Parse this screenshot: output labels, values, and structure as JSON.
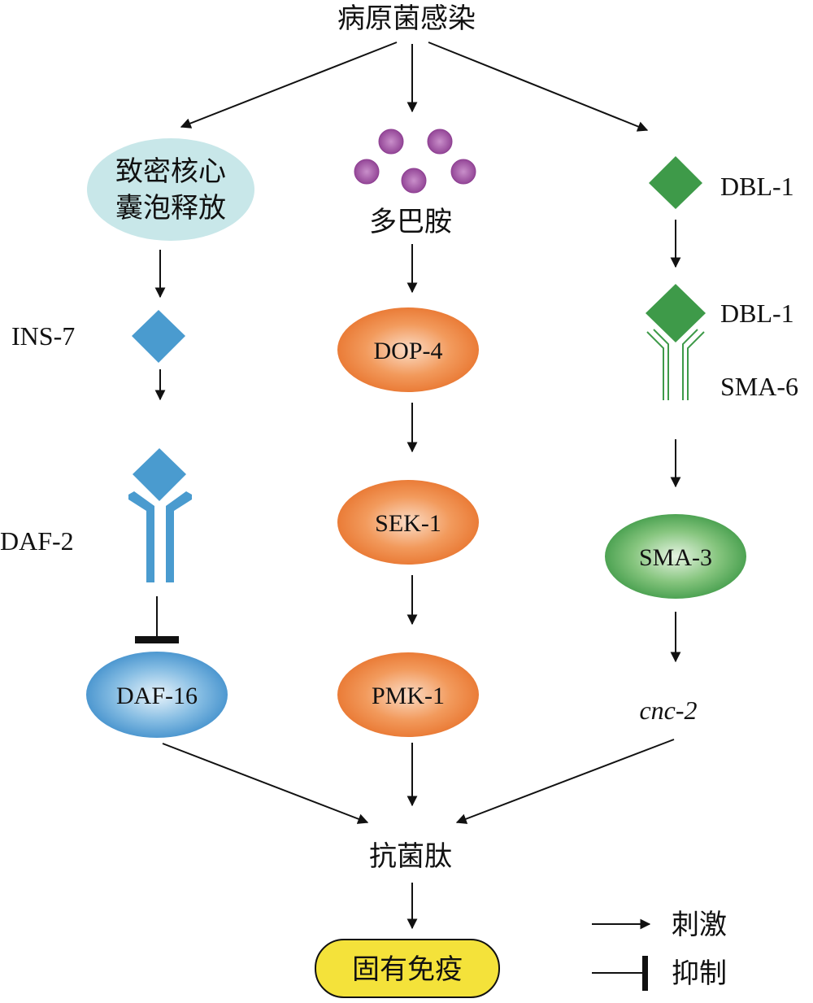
{
  "title": "病原菌感染",
  "left": {
    "vesicle": [
      "致密核心",
      "囊泡释放"
    ],
    "ligand": "INS-7",
    "receptor": "DAF-2",
    "effector": "DAF-16"
  },
  "middle": {
    "molecule": "多巴胺",
    "nodes": [
      "DOP-4",
      "SEK-1",
      "PMK-1"
    ]
  },
  "right": {
    "ligand": "DBL-1",
    "bound_ligand": "DBL-1",
    "receptor": "SMA-6",
    "node": "SMA-3",
    "gene": "cnc-2"
  },
  "output": "抗菌肽",
  "result": "固有免疫",
  "legend": {
    "stimulate": "刺激",
    "inhibit": "抑制"
  },
  "colors": {
    "blue": "#4a9bcf",
    "orange": "#ee7d3a",
    "green": "#3e9a49",
    "purple": "#9a4f9d",
    "vesicle": "#c8e7e9",
    "result": "#f4e23a"
  }
}
